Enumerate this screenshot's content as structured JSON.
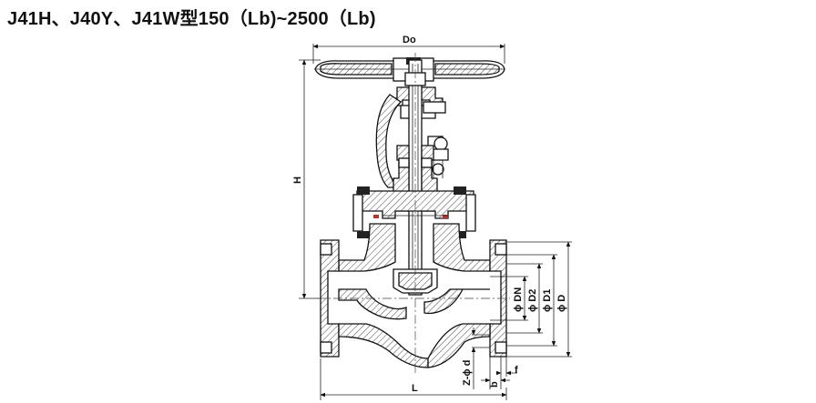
{
  "title": "J41H、J40Y、J41W型150（Lb)~2500（Lb)",
  "dimensions": {
    "do": "Do",
    "h": "H",
    "l": "L",
    "dn": "ϕ DN",
    "d2": "ϕ D2",
    "d1": "ϕ D1",
    "d": "ϕ D",
    "z_d": "Z-ϕ d",
    "b": "b",
    "f": "f"
  }
}
